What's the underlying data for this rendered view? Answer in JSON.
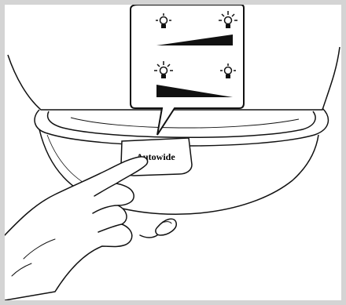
{
  "device_button": {
    "label": "Autowide"
  },
  "callout": {
    "rows": [
      {
        "row": "top",
        "icon_left": "dim-bulb-icon",
        "icon_right": "bright-bulb-icon",
        "ramp": "increasing"
      },
      {
        "row": "bottom",
        "icon_left": "bright-bulb-icon",
        "icon_right": "dim-bulb-icon",
        "ramp": "decreasing"
      }
    ]
  },
  "colors": {
    "border": "#d4d4d4",
    "ink": "#111111",
    "background": "#ffffff"
  }
}
